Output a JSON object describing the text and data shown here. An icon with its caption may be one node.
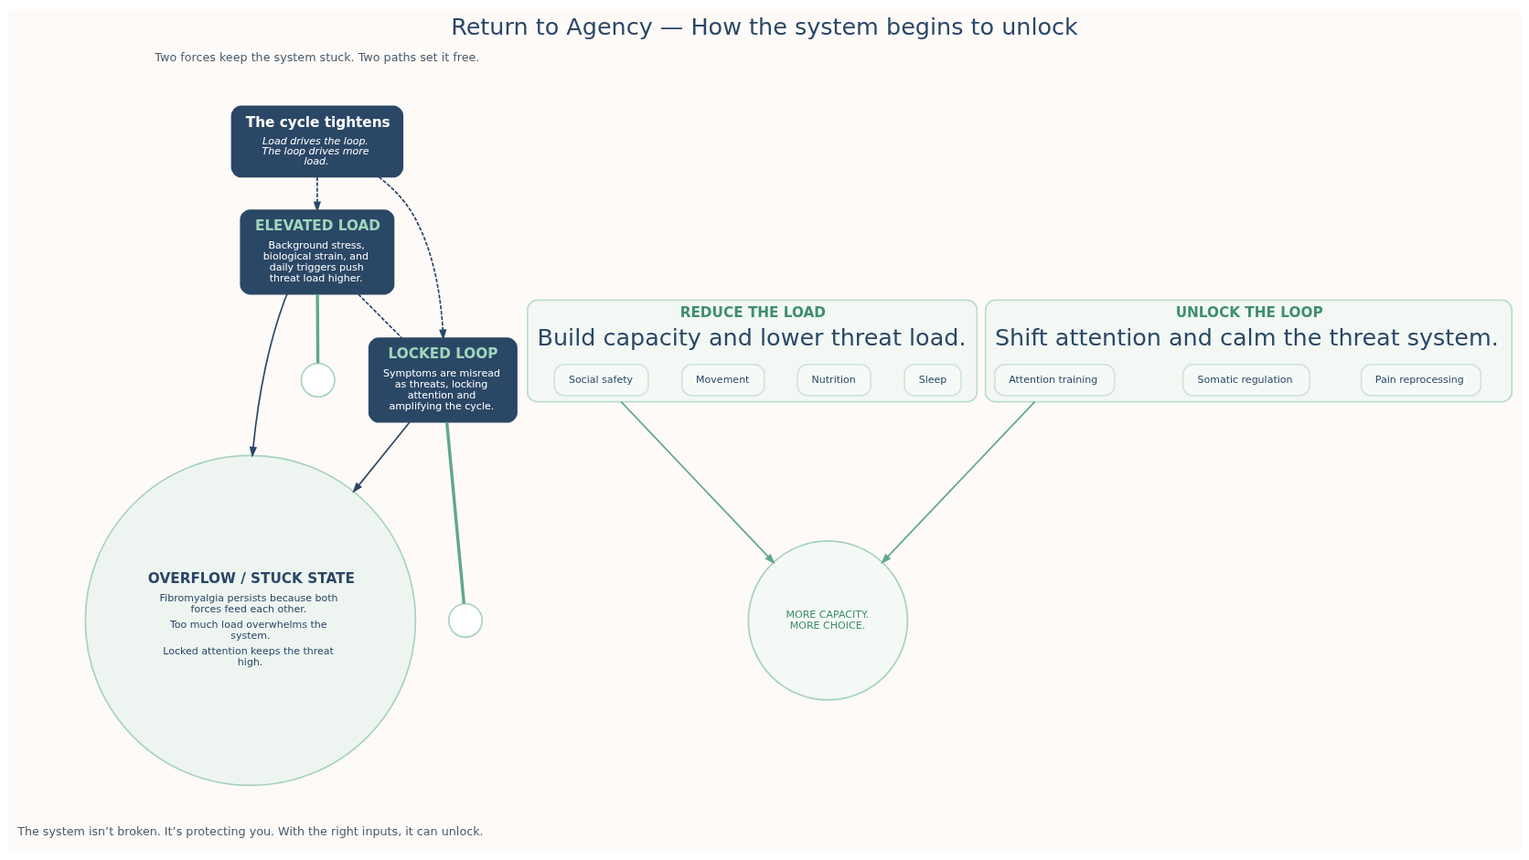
{
  "diagram": {
    "title": "Return to Agency — How the system begins to unlock",
    "nodes": [
      {
        "text": [
          "The cycle tightens",
          "Load drives the loop. The loop drives more load."
        ]
      },
      {
        "text": [
          "ELEVATED LOAD",
          "Background stress, biological strain, and daily triggers push threat load higher."
        ]
      },
      {
        "text": [
          "OVERFLOW / STUCK STATE",
          "Fibromyalgia persists because both forces feed each other.",
          "Too much load overwhelms the system.",
          "Locked attention keeps the threat high."
        ]
      },
      {
        "text": [
          "LOCKED LOOP",
          "Symptoms are misread as threats, locking attention and amplifying the cycle."
        ]
      },
      {
        "text": [],
        "shape": "circle"
      },
      {
        "text": [],
        "shape": "circle"
      },
      {
        "text": [
          "REDUCE THE LOAD",
          "Build capacity and lower threat load."
        ]
      },
      {
        "text": [
          "Sleep"
        ],
        "in": 6
      },
      {
        "text": [
          "Nutrition"
        ],
        "in": 6
      },
      {
        "text": [
          "Movement"
        ],
        "in": 6
      },
      {
        "text": [
          "Social safety"
        ],
        "in": 6
      },
      {
        "text": [
          "MORE CAPACITY. MORE CHOICE."
        ]
      },
      {
        "text": [
          "UNLOCK THE LOOP",
          "Shift attention and calm the threat system."
        ]
      },
      {
        "text": [
          "Pain reprocessing"
        ],
        "in": 12
      },
      {
        "text": [
          "Somatic regulation"
        ],
        "in": 12
      },
      {
        "text": [
          "Attention training"
        ],
        "in": 12
      }
    ],
    "edges": [
      {
        "from": 0,
        "to": 1,
        "arrow": "to",
        "style": "dashed"
      },
      {
        "from": 0,
        "to": 3,
        "arrow": "to",
        "style": "dashed"
      },
      {
        "from": 1,
        "to": 2,
        "arrow": "to"
      },
      {
        "from": 3,
        "to": 2,
        "arrow": "to"
      },
      {
        "from": 1,
        "to": 3,
        "arrow": "none",
        "style": "dashed"
      },
      {
        "from": 1,
        "to": 4,
        "arrow": "none",
        "color": "#5fa88a"
      },
      {
        "from": 3,
        "to": 5,
        "arrow": "none",
        "color": "#5fa88a"
      },
      {
        "from": 6,
        "to": 11,
        "arrow": "to",
        "color": "#5fa88a"
      },
      {
        "from": 12,
        "to": 11,
        "arrow": "to",
        "color": "#5fa88a"
      }
    ],
    "labels": [
      "Two forces keep the system stuck. Two paths set it free.",
      "The system isn’t broken. It’s protecting you. With the right inputs, it can unlock."
    ]
  }
}
